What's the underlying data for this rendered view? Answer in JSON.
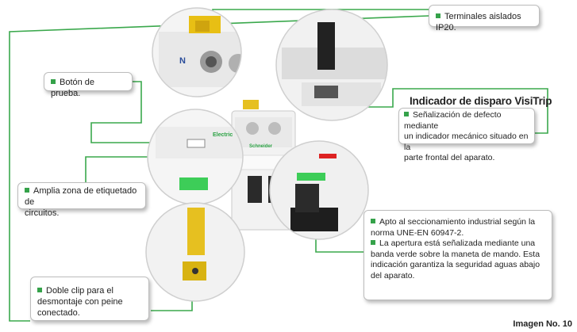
{
  "callouts": {
    "terminals": "Terminales aislados IP20.",
    "test_button": "Botón de prueba.",
    "visitrip_title": "Indicador de disparo VisiTrip",
    "visitrip_text_1": "Señalización de defecto mediante",
    "visitrip_text_2": "un indicador mecánico situado en la",
    "visitrip_text_3": "parte frontal del aparato.",
    "label_zone_1": "Amplia zona de etiquetado de",
    "label_zone_2": "circuitos.",
    "isolation_1_1": "Apto al seccionamiento industrial según la",
    "isolation_1_2": "norma UNE-EN 60947-2.",
    "isolation_2_1": "La apertura está señalizada mediante una",
    "isolation_2_2": "banda verde sobre la maneta de mando. Esta",
    "isolation_2_3": "indicación garantiza la seguridad aguas abajo",
    "isolation_2_4": "del aparato.",
    "clip_1": "Doble clip para el",
    "clip_2": "desmontaje con peine",
    "clip_3": "conectado."
  },
  "photo_labels": {
    "terminal_letter": "N",
    "brand_1": "Schneider",
    "brand_2": "Electric"
  },
  "footer": {
    "label": "Imagen No. 10"
  },
  "colors": {
    "accent_green": "#35a24a",
    "line_green": "#3aa84c",
    "brand_green": "#3dcd58"
  }
}
